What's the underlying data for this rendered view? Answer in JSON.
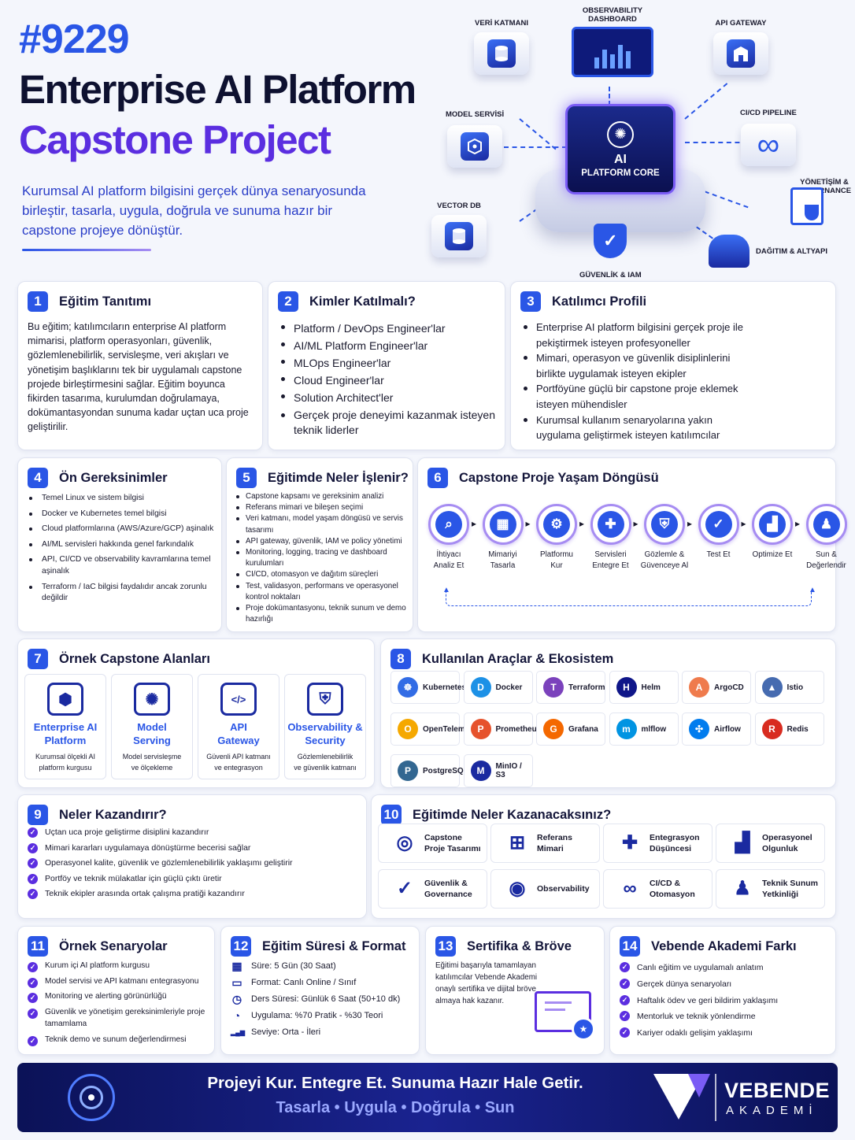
{
  "hero": {
    "code": "#9229",
    "title_line1": "Enterprise AI Platform",
    "title_line2": "Capstone Project",
    "subtitle": "Kurumsal AI platform bilgisini gerçek dünya senaryosunda birleştir, tasarla, uygula, doğrula ve sunuma hazır bir capstone projeye dönüştür."
  },
  "architecture": {
    "core_label_1": "AI",
    "core_label_2": "PLATFORM CORE",
    "nodes": {
      "data_layer": "VERİ KATMANI",
      "observability": "OBSERVABILITY DASHBOARD",
      "api_gateway": "API GATEWAY",
      "model_service": "MODEL SERVİSİ",
      "cicd": "CI/CD PIPELINE",
      "governance": "YÖNETİŞİM & GOVERNANCE",
      "vector_db": "VECTOR DB",
      "security": "GÜVENLİK & IAM",
      "deploy": "DAĞITIM & ALTYAPI"
    }
  },
  "s1": {
    "num": "1",
    "title": "Eğitim Tanıtımı",
    "body": "Bu eğitim; katılımcıların enterprise AI platform mimarisi, platform operasyonları, güvenlik, gözlemlenebilirlik, servisleşme, veri akışları ve yönetişim başlıklarını tek bir uygulamalı capstone projede birleştirmesini sağlar. Eğitim boyunca fikirden tasarıma, kurulumdan doğrulamaya, dokümantasyondan sunuma kadar uçtan uca proje geliştirilir."
  },
  "s2": {
    "num": "2",
    "title": "Kimler Katılmalı?",
    "items": [
      "Platform / DevOps Engineer'lar",
      "AI/ML Platform Engineer'lar",
      "MLOps Engineer'lar",
      "Cloud Engineer'lar",
      "Solution Architect'ler",
      "Gerçek proje deneyimi kazanmak isteyen teknik liderler"
    ]
  },
  "s3": {
    "num": "3",
    "title": "Katılımcı Profili",
    "items": [
      "Enterprise AI platform bilgisini gerçek proje ile pekiştirmek isteyen profesyoneller",
      "Mimari, operasyon ve güvenlik disiplinlerini birlikte uygulamak isteyen ekipler",
      "Portföyüne güçlü bir capstone proje eklemek isteyen mühendisler",
      "Kurumsal kullanım senaryolarına yakın uygulama geliştirmek isteyen katılımcılar"
    ]
  },
  "s4": {
    "num": "4",
    "title": "Ön Gereksinimler",
    "items": [
      "Temel Linux ve sistem bilgisi",
      "Docker ve Kubernetes temel bilgisi",
      "Cloud platformlarına (AWS/Azure/GCP) aşinalık",
      "AI/ML servisleri hakkında genel farkındalık",
      "API, CI/CD ve observability kavramlarına temel aşinalık",
      "Terraform / IaC bilgisi faydalıdır ancak zorunlu değildir"
    ]
  },
  "s5": {
    "num": "5",
    "title": "Eğitimde Neler İşlenir?",
    "items": [
      "Capstone kapsamı ve gereksinim analizi",
      "Referans mimari ve bileşen seçimi",
      "Veri katmanı, model yaşam döngüsü ve servis tasarımı",
      "API gateway, güvenlik, IAM ve policy yönetimi",
      "Monitoring, logging, tracing ve dashboard kurulumları",
      "CI/CD, otomasyon ve dağıtım süreçleri",
      "Test, validasyon, performans ve operasyonel kontrol noktaları",
      "Proje dokümantasyonu, teknik sunum ve demo hazırlığı"
    ]
  },
  "s6": {
    "num": "6",
    "title": "Capstone Proje Yaşam Döngüsü",
    "steps": [
      {
        "l1": "İhtiyacı",
        "l2": "Analiz Et",
        "icon": "search-icon"
      },
      {
        "l1": "Mimariyi",
        "l2": "Tasarla",
        "icon": "blueprint-icon"
      },
      {
        "l1": "Platformu",
        "l2": "Kur",
        "icon": "gear-icon"
      },
      {
        "l1": "Servisleri",
        "l2": "Entegre Et",
        "icon": "puzzle-icon"
      },
      {
        "l1": "Gözlemle &",
        "l2": "Güvenceye Al",
        "icon": "shield-icon"
      },
      {
        "l1": "Test Et",
        "l2": "",
        "icon": "clipboard-check-icon"
      },
      {
        "l1": "Optimize Et",
        "l2": "",
        "icon": "chart-up-icon"
      },
      {
        "l1": "Sun &",
        "l2": "Değerlendir",
        "icon": "presenter-icon"
      }
    ]
  },
  "s7": {
    "num": "7",
    "title": "Örnek Capstone Alanları",
    "areas": [
      {
        "t1": "Enterprise AI",
        "t2": "Platform",
        "d1": "Kurumsal ölçekli AI",
        "d2": "platform kurgusu",
        "icon": "platform-cube-icon"
      },
      {
        "t1": "Model",
        "t2": "Serving",
        "d1": "Model servisleşme",
        "d2": "ve ölçekleme",
        "icon": "brain-icon"
      },
      {
        "t1": "API",
        "t2": "Gateway",
        "d1": "Güvenli API katmanı",
        "d2": "ve entegrasyon",
        "icon": "api-window-icon"
      },
      {
        "t1": "Observability &",
        "t2": "Security",
        "d1": "Gözlemlenebilirlik",
        "d2": "ve güvenlik katmanı",
        "icon": "monitor-shield-icon"
      }
    ]
  },
  "s8": {
    "num": "8",
    "title": "Kullanılan Araçlar & Ekosistem",
    "tools": [
      {
        "name": "Kubernetes",
        "glyph": "☸",
        "color": "#326ce5"
      },
      {
        "name": "Docker",
        "glyph": "D",
        "color": "#1d91e6"
      },
      {
        "name": "Terraform",
        "glyph": "T",
        "color": "#7b42bc"
      },
      {
        "name": "Helm",
        "glyph": "H",
        "color": "#0f1689"
      },
      {
        "name": "ArgoCD",
        "glyph": "A",
        "color": "#ef7b4d"
      },
      {
        "name": "Istio",
        "glyph": "▲",
        "color": "#466bb0"
      },
      {
        "name": "OpenTelemetry",
        "glyph": "O",
        "color": "#f5a800"
      },
      {
        "name": "Prometheus",
        "glyph": "P",
        "color": "#e6522c"
      },
      {
        "name": "Grafana",
        "glyph": "G",
        "color": "#f46800"
      },
      {
        "name": "mlflow",
        "glyph": "m",
        "color": "#0194e2"
      },
      {
        "name": "Airflow",
        "glyph": "✣",
        "color": "#017cee"
      },
      {
        "name": "Redis",
        "glyph": "R",
        "color": "#d82c20"
      },
      {
        "name": "PostgreSQL",
        "glyph": "P",
        "color": "#336791"
      },
      {
        "name": "MinIO / S3",
        "glyph": "M",
        "color": "#1a2aa0"
      }
    ]
  },
  "s9": {
    "num": "9",
    "title": "Neler Kazandırır?",
    "items": [
      "Uçtan uca proje geliştirme disiplini kazandırır",
      "Mimari kararları uygulamaya dönüştürme becerisi sağlar",
      "Operasyonel kalite, güvenlik ve gözlemlenebilirlik yaklaşımı geliştirir",
      "Portföy ve teknik mülakatlar için güçlü çıktı üretir",
      "Teknik ekipler arasında ortak çalışma pratiği kazandırır"
    ]
  },
  "s10": {
    "num": "10",
    "title": "Eğitimde Neler Kazanacaksınız?",
    "gains": [
      {
        "l1": "Capstone",
        "l2": "Proje Tasarımı",
        "icon": "target-icon"
      },
      {
        "l1": "Referans",
        "l2": "Mimari",
        "icon": "hierarchy-icon"
      },
      {
        "l1": "Entegrasyon",
        "l2": "Düşüncesi",
        "icon": "puzzle-icon"
      },
      {
        "l1": "Operasyonel",
        "l2": "Olgunluk",
        "icon": "bar-chart-icon"
      },
      {
        "l1": "Güvenlik &",
        "l2": "Governance",
        "icon": "shield-check-icon"
      },
      {
        "l1": "Observability",
        "l2": "",
        "icon": "eye-icon"
      },
      {
        "l1": "CI/CD &",
        "l2": "Otomasyon",
        "icon": "infinity-icon"
      },
      {
        "l1": "Teknik Sunum",
        "l2": "Yetkinliği",
        "icon": "presenter-icon"
      }
    ]
  },
  "s11": {
    "num": "11",
    "title": "Örnek Senaryolar",
    "items": [
      "Kurum içi AI platform kurgusu",
      "Model servisi ve API katmanı entegrasyonu",
      "Monitoring ve alerting görünürlüğü",
      "Güvenlik ve yönetişim gereksinimleriyle proje tamamlama",
      "Teknik demo ve sunum değerlendirmesi"
    ]
  },
  "s12": {
    "num": "12",
    "title": "Eğitim Süresi & Format",
    "rows": [
      {
        "k": "Süre:",
        "v": "5 Gün (30 Saat)",
        "icon": "calendar-icon"
      },
      {
        "k": "Format:",
        "v": "Canlı Online / Sınıf",
        "icon": "monitor-icon"
      },
      {
        "k": "Ders Süresi:",
        "v": "Günlük 6 Saat (50+10 dk)",
        "icon": "clock-icon"
      },
      {
        "k": "Uygulama:",
        "v": "%70 Pratik - %30 Teori",
        "icon": "pie-icon"
      },
      {
        "k": "Seviye:",
        "v": "Orta - İleri",
        "icon": "level-bars-icon"
      }
    ]
  },
  "s13": {
    "num": "13",
    "title": "Sertifika & Bröve",
    "body": "Eğitimi başarıyla tamamlayan katılımcılar Vebende Akademi onaylı sertifika ve dijital bröve almaya hak kazanır."
  },
  "s14": {
    "num": "14",
    "title": "Vebende Akademi Farkı",
    "items": [
      "Canlı eğitim ve uygulamalı anlatım",
      "Gerçek dünya senaryoları",
      "Haftalık ödev ve geri bildirim yaklaşımı",
      "Mentorluk ve teknik yönlendirme",
      "Kariyer odaklı gelişim yaklaşımı"
    ]
  },
  "footer": {
    "slogan": "Projeyi Kur. Entegre Et. Sunuma Hazır Hale Getir.",
    "sub": [
      "Tasarla",
      "Uygula",
      "Doğrula",
      "Sun"
    ],
    "brand": "VEBENDE",
    "brand_sub": "AKADEMİ"
  },
  "colors": {
    "blue": "#2a56e6",
    "purple": "#5b2ee0",
    "navy": "#0d1463"
  }
}
